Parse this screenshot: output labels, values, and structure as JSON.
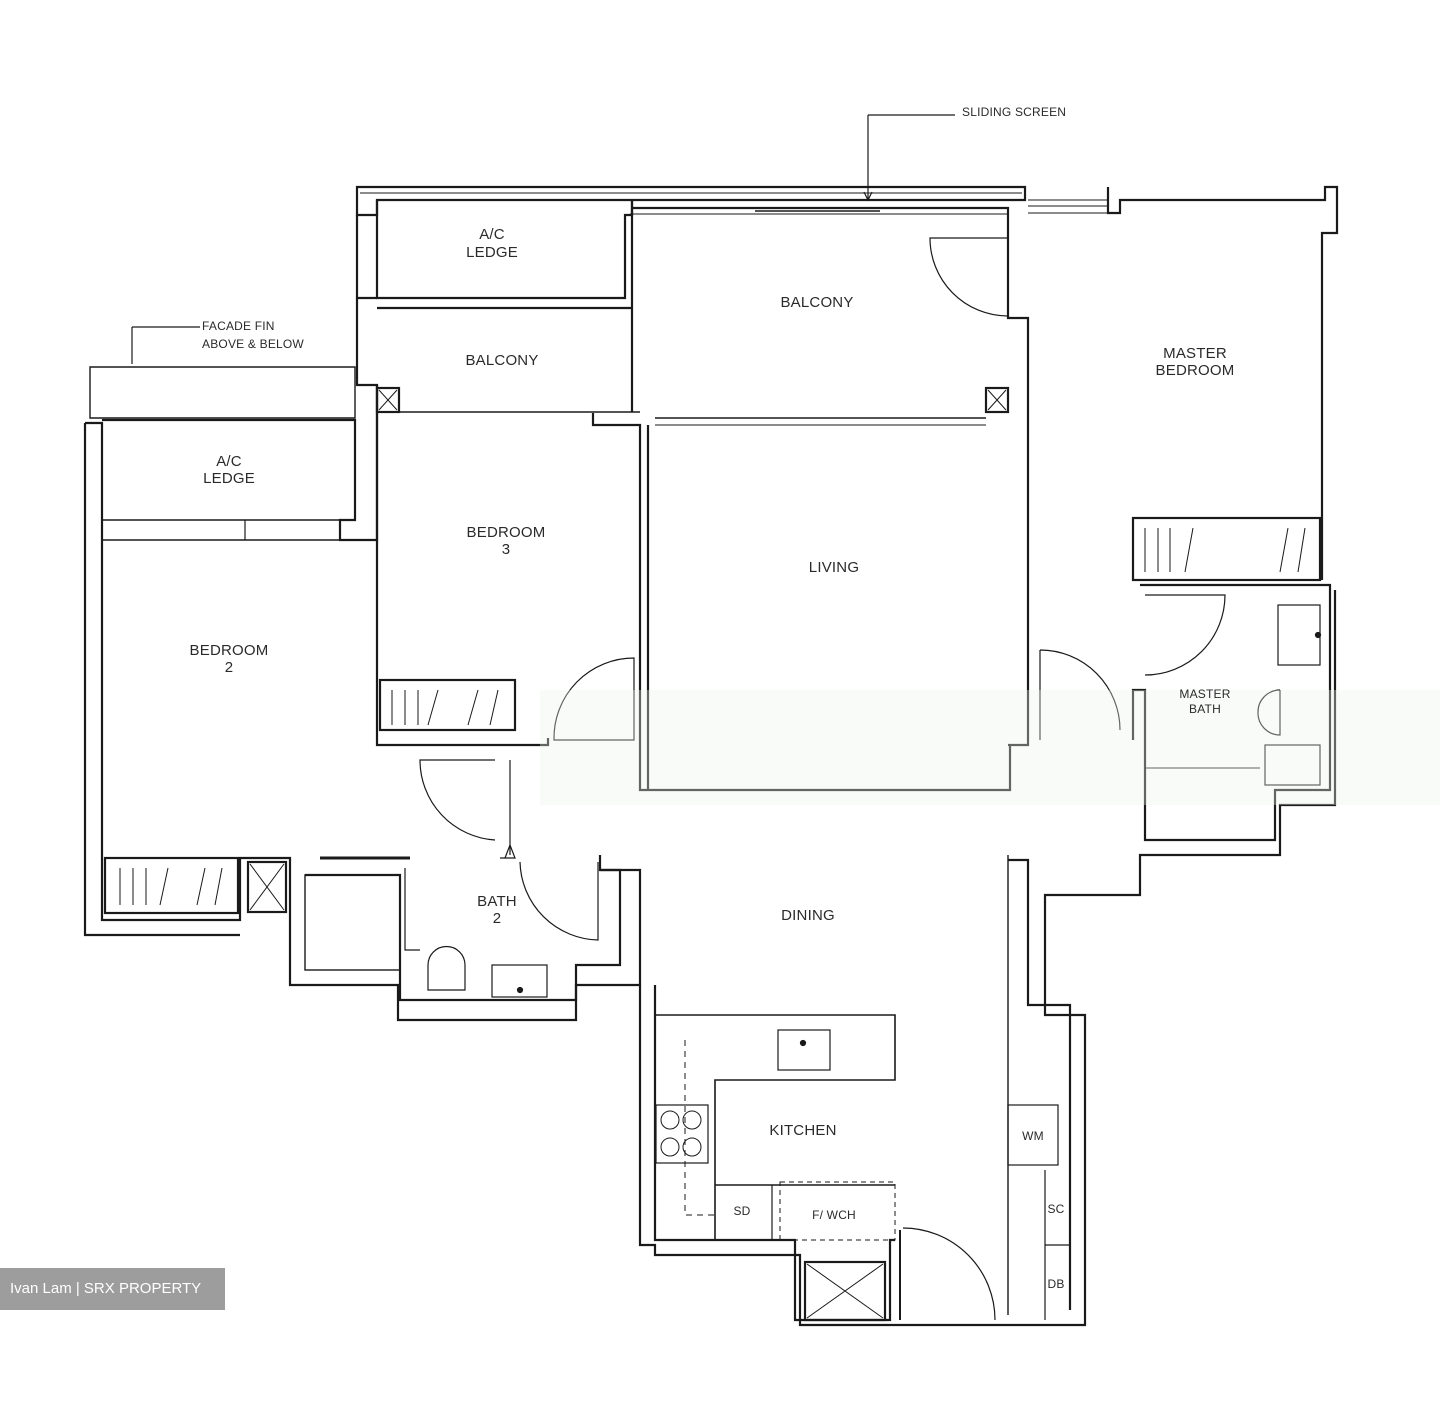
{
  "callouts": {
    "sliding_screen": "SLIDING SCREEN",
    "facade_fin_line1": "FACADE FIN",
    "facade_fin_line2": "ABOVE & BELOW"
  },
  "rooms": {
    "ac_ledge_top_1": "A/C",
    "ac_ledge_top_2": "LEDGE",
    "balcony_left": "BALCONY",
    "balcony_right": "BALCONY",
    "master_bedroom_1": "MASTER",
    "master_bedroom_2": "BEDROOM",
    "ac_ledge_left_1": "A/C",
    "ac_ledge_left_2": "LEDGE",
    "bedroom3_1": "BEDROOM",
    "bedroom3_2": "3",
    "living": "LIVING",
    "bedroom2_1": "BEDROOM",
    "bedroom2_2": "2",
    "master_bath_1": "MASTER",
    "master_bath_2": "BATH",
    "bath2_1": "BATH",
    "bath2_2": "2",
    "dining": "DINING",
    "kitchen": "KITCHEN",
    "wm": "WM",
    "sd": "SD",
    "fridge": "F/ WCH",
    "sc": "SC",
    "db": "DB"
  },
  "watermark": "Ivan Lam | SRX PROPERTY",
  "colors": {
    "wall": "#1a1a1a",
    "fixture": "#3a3a3a",
    "watermark_bg": "#8c8c8c"
  }
}
